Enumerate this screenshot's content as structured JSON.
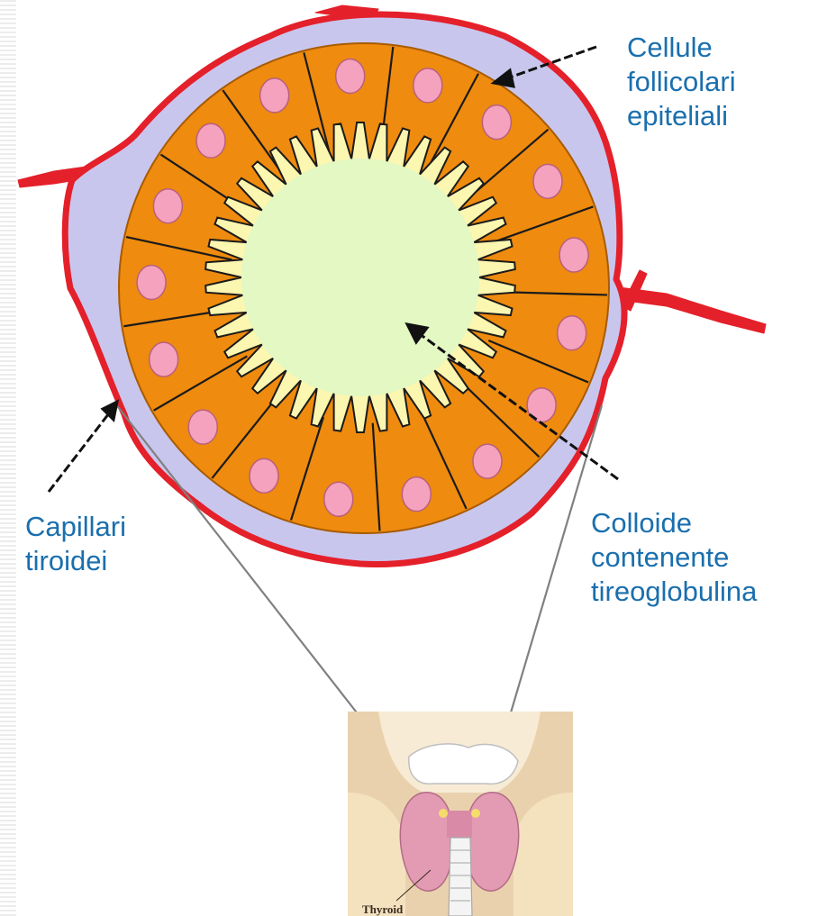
{
  "labels": {
    "cellule": [
      "Cellule",
      "follicolari",
      "epiteliali"
    ],
    "capillari": [
      "Capillari",
      "tiroidei"
    ],
    "colloide": [
      "Colloide",
      "contenente",
      "tireoglobulina"
    ]
  },
  "inset": {
    "caption": "Thyroid"
  },
  "colors": {
    "label_text": "#1a6fae",
    "capillary": "#e4202a",
    "cell_cytoplasm": "#ef8b0e",
    "colloid": "#e3f8c3",
    "nucleus": "#f4a2bd",
    "interstitium": "#c9c6ee",
    "microvilli": "#fbf6b0"
  },
  "counts": {
    "cells": 17
  }
}
